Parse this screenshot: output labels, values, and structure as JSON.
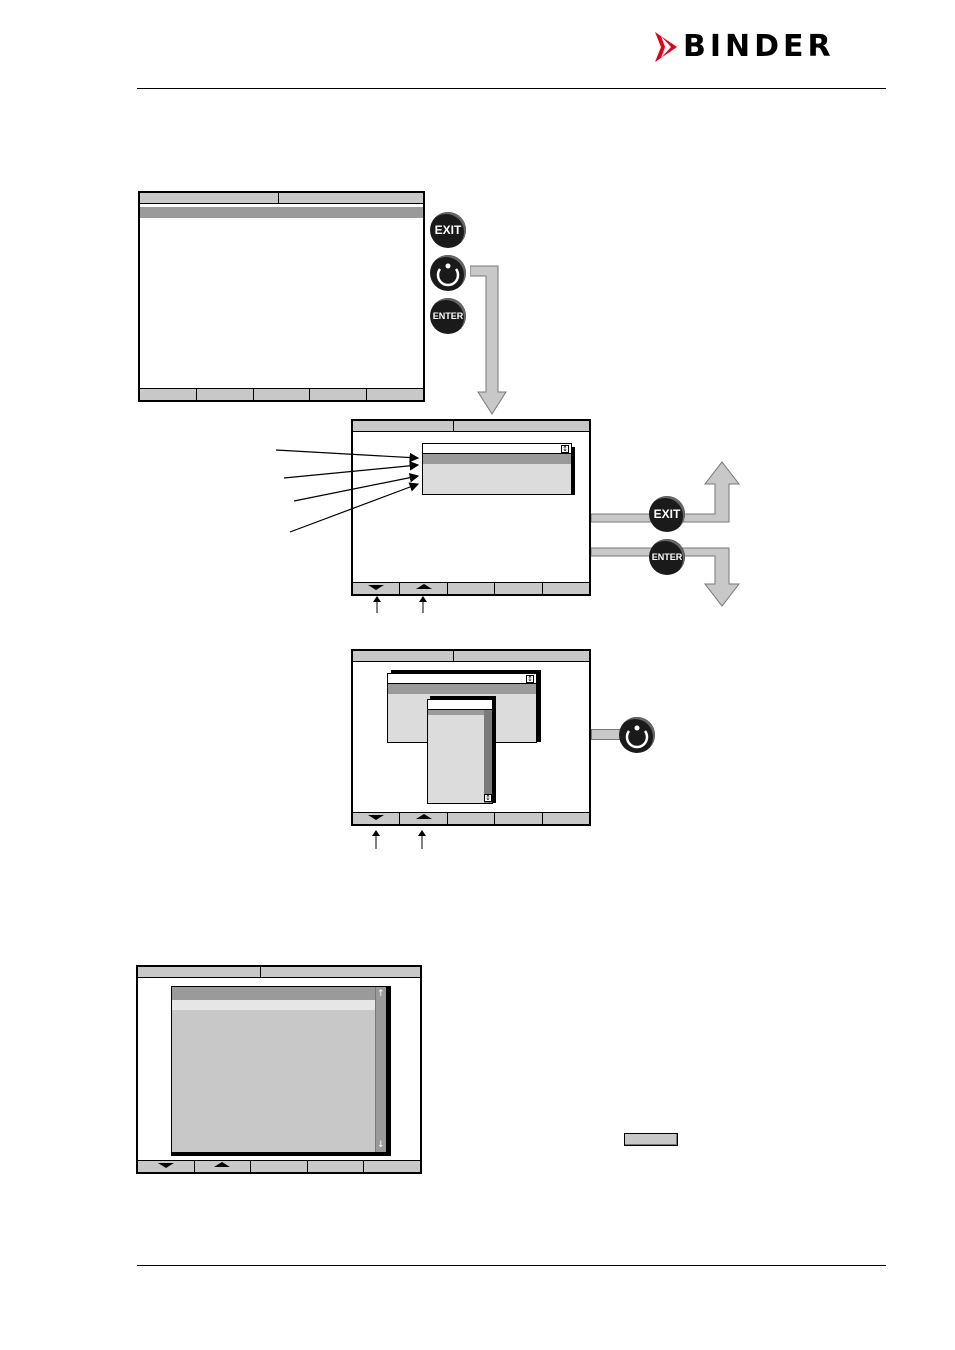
{
  "header": {
    "brand": "BINDER",
    "brand_color": "#e3001b"
  },
  "icons": {
    "exit_button": "EXIT",
    "enter_button": "ENTER",
    "rotary_knob": "rotary-knob-icon"
  },
  "colors": {
    "screen_gray": "#c8c8c8",
    "highlight_gray": "#9a9a9a",
    "popup_gray": "#dcdcdc",
    "arrow_gray": "#c8c8c8"
  }
}
